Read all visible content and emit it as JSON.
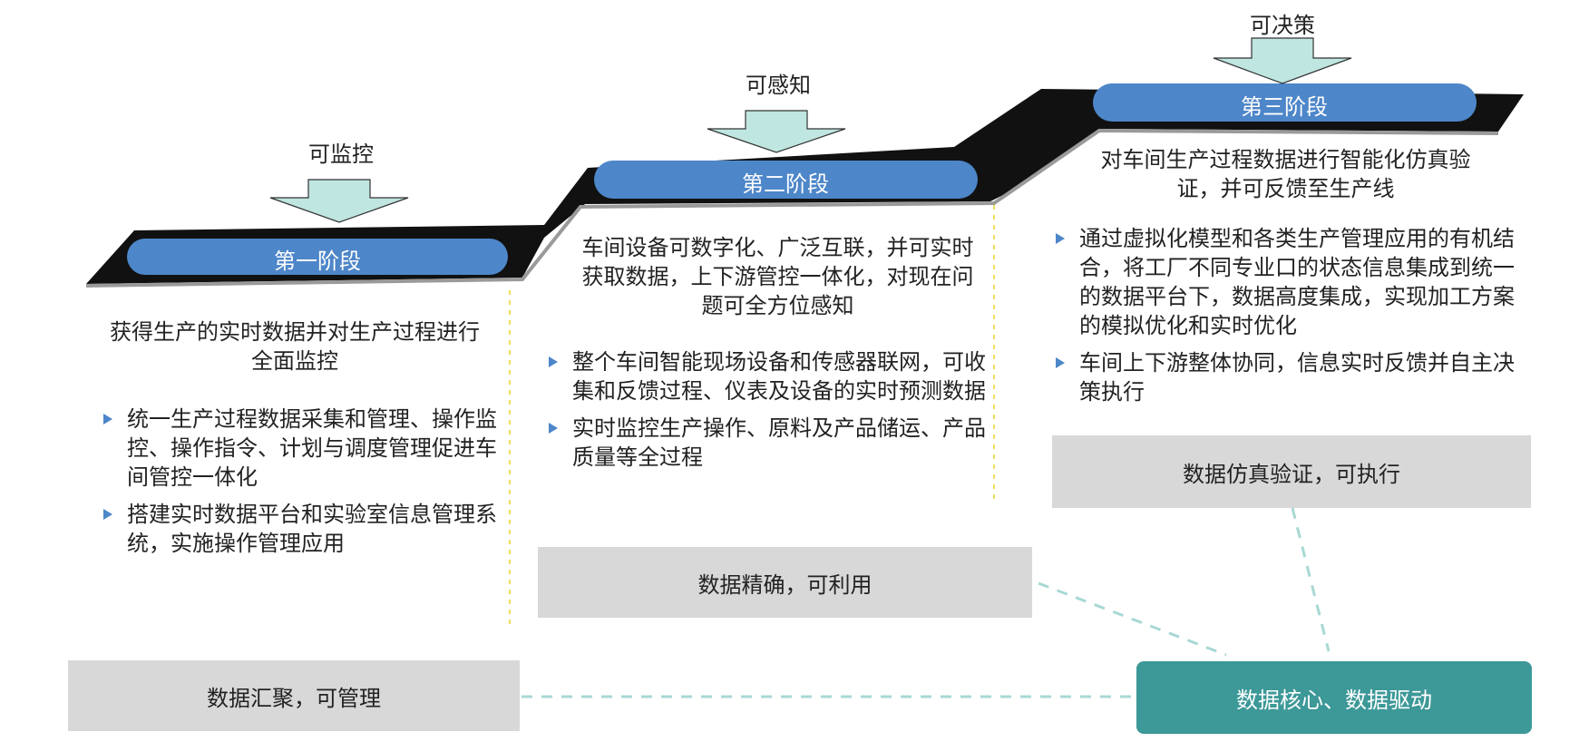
{
  "stage1": {
    "caption": "可监控",
    "label": "第一阶段",
    "description": "获得生产的实时数据并对生产过程进行全面监控",
    "bullets": [
      "统一生产过程数据采集和管理、操作监控、操作指令、计划与调度管理促进车间管控一体化",
      "搭建实时数据平台和实验室信息管理系统，实施操作管理应用"
    ],
    "box": "数据汇聚，可管理"
  },
  "stage2": {
    "caption": "可感知",
    "label": "第二阶段",
    "description": "车间设备可数字化、广泛互联，并可实时获取数据，上下游管控一体化，对现在问题可全方位感知",
    "bullets": [
      "整个车间智能现场设备和传感器联网，可收集和反馈过程、仪表及设备的实时预测数据",
      "实时监控生产操作、原料及产品储运、产品质量等全过程"
    ],
    "box": "数据精确，可利用"
  },
  "stage3": {
    "caption": "可决策",
    "label": "第三阶段",
    "description": "对车间生产过程数据进行智能化仿真验证，并可反馈至生产线",
    "bullets": [
      "通过虚拟化模型和各类生产管理应用的有机结合，将工厂不同专业口的状态信息集成到统一的数据平台下，数据高度集成，实现加工方案的模拟优化和实时优化",
      "车间上下游整体协同，信息实时反馈并自主决策执行"
    ],
    "box": "数据仿真验证，可执行"
  },
  "core": "数据核心、数据驱动",
  "colors": {
    "stage_bar": "#4d86c9",
    "arrow": "#bfe6e0",
    "step": "#111111",
    "box": "#d8d8d8",
    "core": "#3d9898",
    "connector": "#a8d8d4",
    "divider": "#f2dd5c"
  }
}
